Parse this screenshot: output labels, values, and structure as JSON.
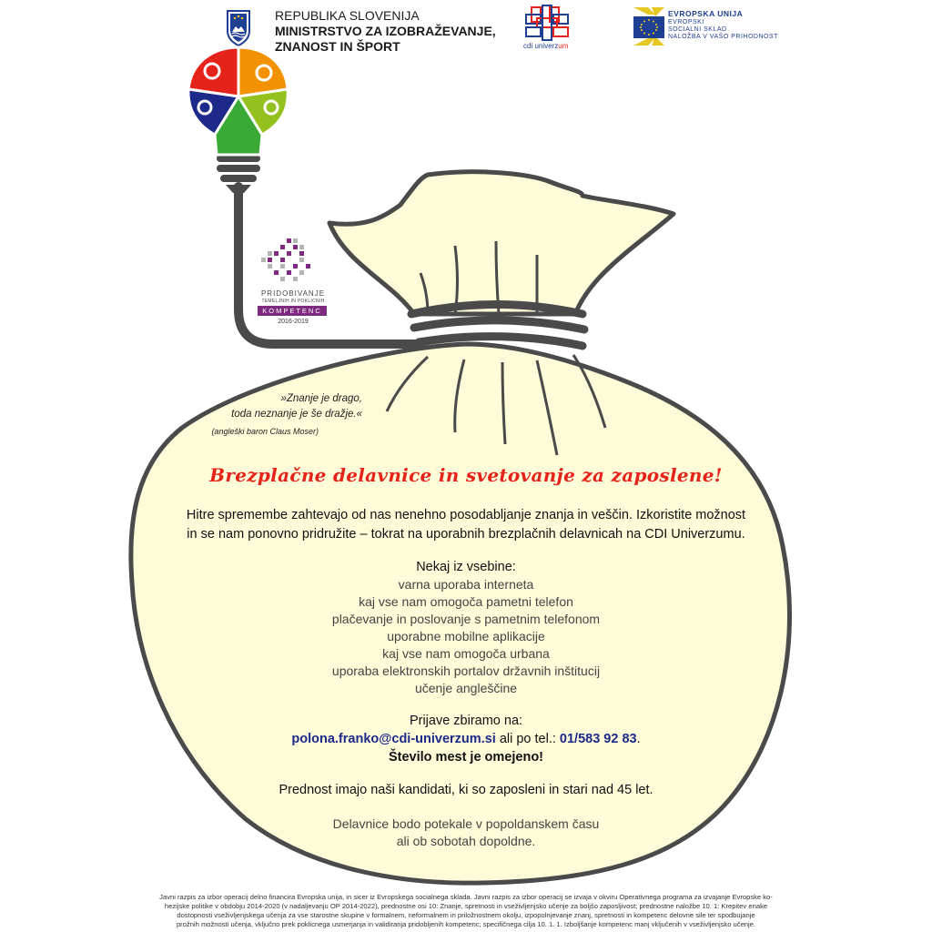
{
  "header": {
    "ministry": [
      "REPUBLIKA SLOVENIJA",
      "MINISTRSTVO ZA IZOBRAŽEVANJE,",
      "ZNANOST IN ŠPORT"
    ],
    "cdi_logo": {
      "prefix": "cdi univerz",
      "suffix": "um"
    },
    "eu_logo": {
      "line1": "EVROPSKA UNIJA",
      "line2": "EVROPSKI",
      "line3": "SOCIALNI SKLAD",
      "line4": "NALOŽBA V VAŠO PRIHODNOST"
    }
  },
  "kompetenc_logo": {
    "line1": "PRIDOBIVANJE",
    "line2": "TEMELJNIH IN POKLICNIH",
    "line3": "KOMPETENC",
    "line4": "2016-2019"
  },
  "quote": {
    "line1": "»Znanje je drago,",
    "line2": "toda neznanje je še dražje.«",
    "source": "(angleški baron Claus Moser)"
  },
  "headline": "Brezplačne delavnice in svetovanje za zaposlene!",
  "intro": {
    "line1": "Hitre spremembe zahtevajo od nas nenehno posodabljanje znanja in veščin. Izkoristite možnost",
    "line2": "in se nam ponovno pridružite – tokrat na uporabnih brezplačnih delavnicah na CDI Univerzumu."
  },
  "topics": {
    "heading": "Nekaj iz vsebine:",
    "items": [
      "varna uporaba interneta",
      "kaj vse nam omogoča pametni telefon",
      "plačevanje in poslovanje s pametnim telefonom",
      "uporabne mobilne aplikacije",
      "kaj vse nam omogoča urbana",
      "uporaba elektronskih portalov državnih inštitucij",
      "učenje angleščine"
    ]
  },
  "signup": {
    "heading": "Prijave zbiramo na:",
    "email": "polona.franko@cdi-univerzum.si",
    "phone_prefix": " ali po tel.: ",
    "phone": "01/583 92 83",
    "period": ".",
    "limited": "Število mest je omejeno!"
  },
  "priority": "Prednost imajo naši kandidati, ki so zaposleni in stari nad 45 let.",
  "timing": {
    "line1": "Delavnice bodo potekale v popoldanskem času",
    "line2": "ali ob sobotah dopoldne."
  },
  "footer": {
    "line1": "Javni razpis za izbor operacij delno financira Evropska unija, in sicer iz Evropskega socialnega  sklada. Javni razpis za izbor operacij se izvaja v okviru Operativnega programa za izvajanje Evropske ko-",
    "line2": "hezijske politike v obdobju 2014-2020 (v nadaljevanju OP 2014-2022), prednostne osi 10: Znanje, spretnosti in vseživljenjsko učenje za boljšo zaposljivost; prednostne naložbe 10. 1: Krepitev enake",
    "line3": "dostopnosti vseživljenjskega učenja za vse starostne skupine v formalnem, neformalnem in priložnostnem okolju, izpopolnjevanje znanj, spretnosti in kompetenc delovne sile ter spodbujanje",
    "line4": "prožnih možnosti učenja, vključno prek poklicnega usmerjanja in validiranja pridobljenih kompetenc; specifičnega cilja 10. 1. 1. Izboljšanje kompetenc manj vključenih v vseživljenjsko učenje."
  },
  "colors": {
    "bag_fill": "#fdfbd8",
    "outline": "#4a4a4a",
    "headline": "#e5231b",
    "contact_blue": "#1d2a8a",
    "puzzle_red": "#e5231b",
    "puzzle_orange": "#f39200",
    "puzzle_green_light": "#95c11f",
    "puzzle_green": "#3aa935",
    "puzzle_navy": "#1d2a8a",
    "kompetenc_purple": "#7e2a7e"
  }
}
